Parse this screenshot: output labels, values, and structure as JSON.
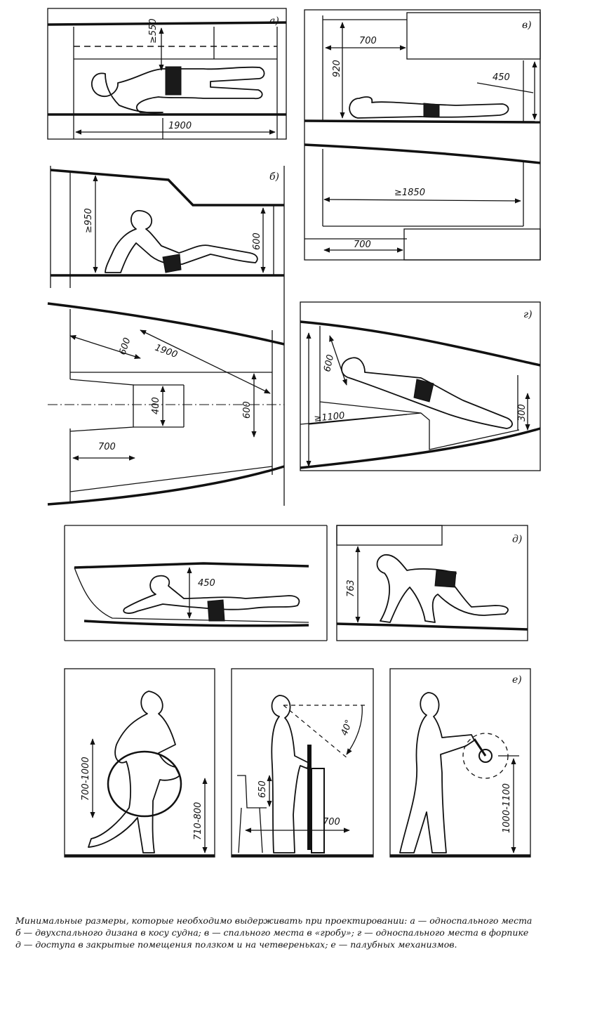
{
  "panels": {
    "a": {
      "tag": "а)",
      "dims": [
        "≥550",
        "1900"
      ]
    },
    "b": {
      "tag": "б)",
      "dims": [
        "≥950",
        "600",
        "600",
        "1900",
        "400",
        "600",
        "700"
      ]
    },
    "v": {
      "tag": "в)",
      "dims": [
        "700",
        "920",
        "450",
        "≥1850",
        "700"
      ]
    },
    "g": {
      "tag": "г)",
      "dims": [
        "600",
        "≥1100",
        "300"
      ]
    },
    "d": {
      "tag": "д)",
      "dims": [
        "450",
        "763"
      ]
    },
    "e": {
      "tag": "е)",
      "dims": [
        "700-1000",
        "710-800",
        "650",
        "40°",
        "700",
        "1000-1100"
      ]
    }
  },
  "caption": {
    "line1": "Минимальные размеры, которые необходимо выдерживать при проектировании: а — односпального места",
    "line2": "б — двухспального дизана в косу судна; в — спального места в «гробу»; г — односпального места в форпике",
    "line3": "д — доступа в закрытые помещения ползком и на четвереньках; е — палубных механизмов."
  }
}
